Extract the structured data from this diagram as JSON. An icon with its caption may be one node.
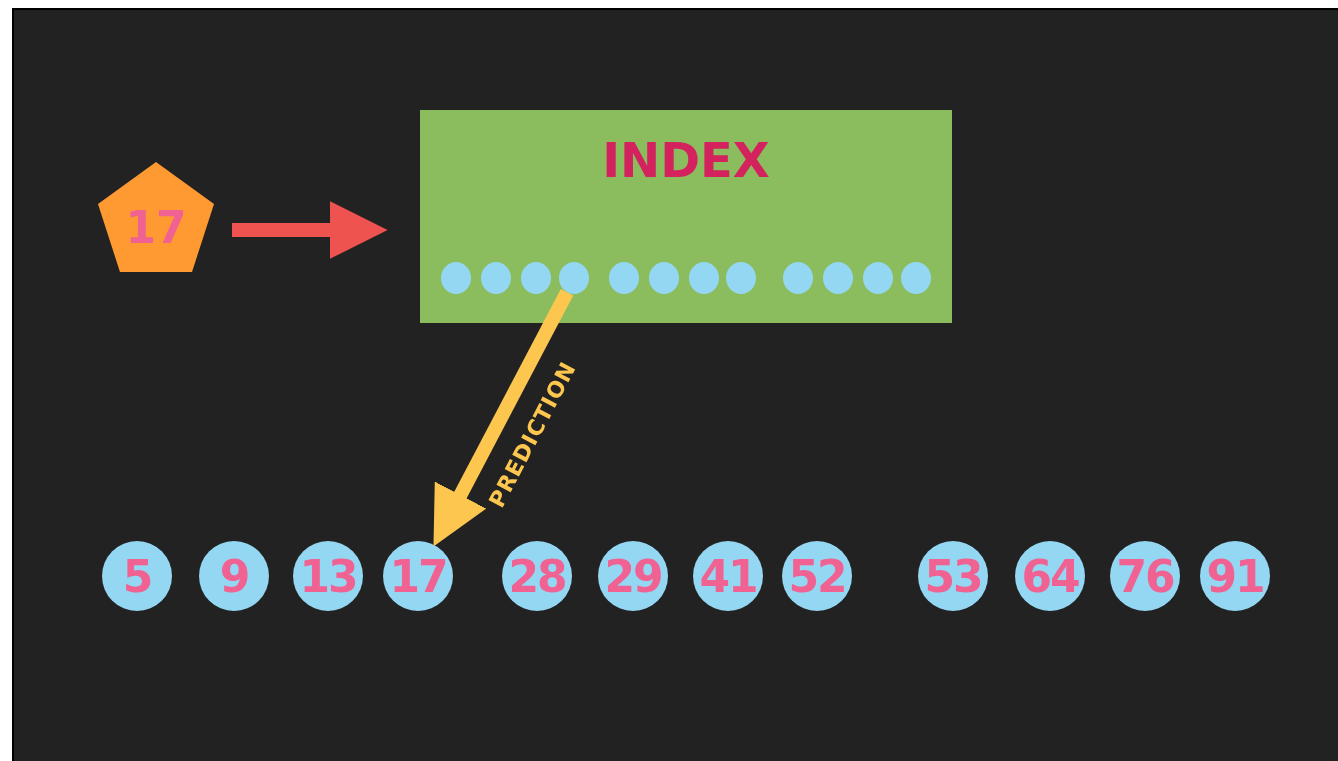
{
  "diagram": {
    "nodes": [
      {
        "text": [
          "17"
        ]
      },
      {
        "text": [
          "INDEX"
        ]
      },
      {
        "text": [],
        "shape": "circle",
        "in": 1
      },
      {
        "text": [],
        "shape": "circle",
        "in": 1
      },
      {
        "text": [],
        "shape": "circle",
        "in": 1
      },
      {
        "text": [],
        "shape": "circle",
        "in": 1
      },
      {
        "text": [],
        "shape": "circle",
        "in": 1
      },
      {
        "text": [],
        "shape": "circle",
        "in": 1
      },
      {
        "text": [],
        "shape": "circle",
        "in": 1
      },
      {
        "text": [],
        "shape": "circle",
        "in": 1
      },
      {
        "text": [],
        "shape": "circle",
        "in": 1
      },
      {
        "text": [],
        "shape": "circle",
        "in": 1
      },
      {
        "text": [],
        "shape": "circle",
        "in": 1
      },
      {
        "text": [],
        "shape": "circle",
        "in": 1
      },
      {
        "text": [
          "5"
        ]
      },
      {
        "text": [
          "9"
        ]
      },
      {
        "text": [
          "13"
        ]
      },
      {
        "text": [
          "17"
        ]
      },
      {
        "text": [
          "28"
        ]
      },
      {
        "text": [
          "29"
        ]
      },
      {
        "text": [
          "41"
        ]
      },
      {
        "text": [
          "52"
        ]
      },
      {
        "text": [
          "53"
        ]
      },
      {
        "text": [
          "64"
        ]
      },
      {
        "text": [
          "76"
        ]
      },
      {
        "text": [
          "91"
        ]
      }
    ],
    "edges": [
      {
        "from": 0,
        "to": 1,
        "arrow": "to",
        "color": "#ef5350"
      },
      {
        "from": 5,
        "to": 17,
        "arrow": "to",
        "label": "PREDICTION",
        "color": "#fdc74f"
      }
    ]
  }
}
